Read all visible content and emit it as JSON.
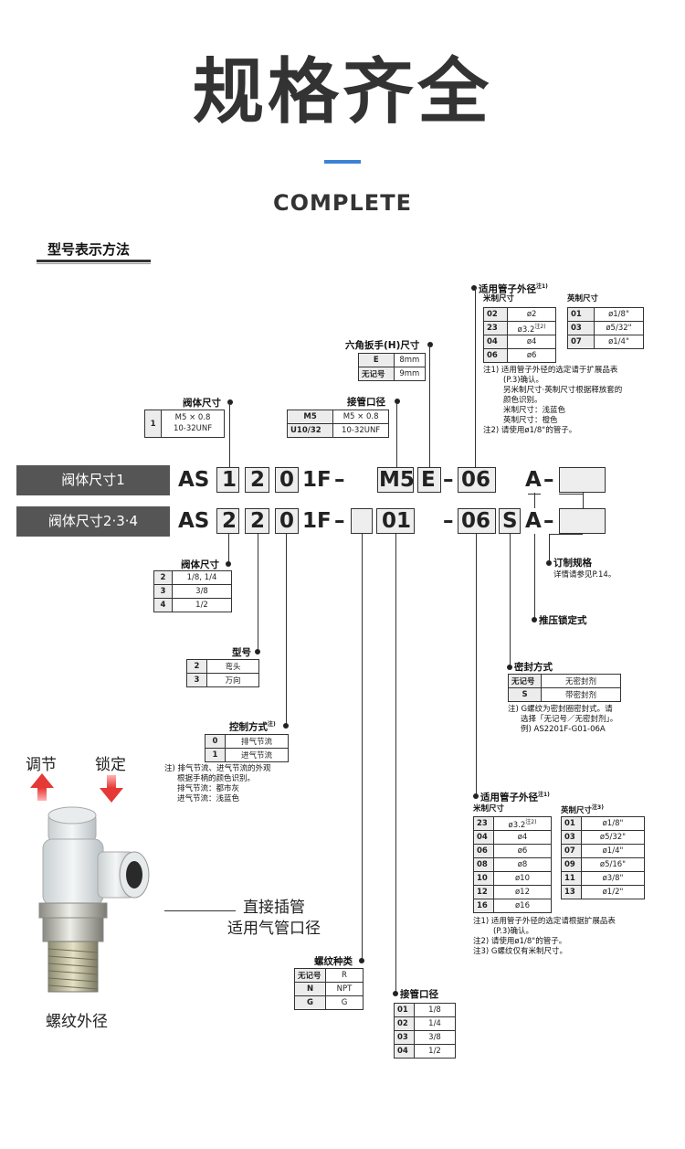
{
  "header": {
    "title": "规格齐全",
    "subtitle": "COMPLETE"
  },
  "section": {
    "label": "型号表示方法"
  },
  "bands": {
    "row1": "阀体尺寸1",
    "row2": "阀体尺寸2·3·4"
  },
  "code_row1": {
    "as": "AS",
    "d1": "1",
    "d2": "2",
    "d3": "0",
    "f": "1F",
    "dash1": "–",
    "m5": "M5",
    "e": "E",
    "dash2": "–",
    "tube": "06",
    "a": "A",
    "dash3": "–"
  },
  "code_row2": {
    "as": "AS",
    "d1": "2",
    "d2": "2",
    "d3": "0",
    "f": "1F",
    "dash1": "–",
    "port": "01",
    "dash2": "–",
    "tube": "06",
    "s": "S",
    "a": "A",
    "dash3": "–"
  },
  "body_size1": {
    "label": "阀体尺寸",
    "key": "1",
    "values": [
      "M5 × 0.8",
      "10-32UNF"
    ]
  },
  "port_size1": {
    "label": "接管口径",
    "rows": [
      {
        "k": "M5",
        "v": "M5 × 0.8"
      },
      {
        "k": "U10/32",
        "v": "10-32UNF"
      }
    ]
  },
  "hex": {
    "label": "六角扳手(H)尺寸",
    "rows": [
      {
        "k": "E",
        "v": "8mm"
      },
      {
        "k": "无记号",
        "v": "9mm"
      }
    ]
  },
  "tube_top": {
    "label": "适用管子外径",
    "note_mark": "注1)",
    "metric_label": "米制尺寸",
    "imperial_label": "英制尺寸",
    "metric": [
      {
        "k": "02",
        "v": "ø2"
      },
      {
        "k": "23",
        "v": "ø3.2",
        "sup": "注2)"
      },
      {
        "k": "04",
        "v": "ø4"
      },
      {
        "k": "06",
        "v": "ø6"
      }
    ],
    "imperial": [
      {
        "k": "01",
        "v": "ø1/8\""
      },
      {
        "k": "03",
        "v": "ø5/32\""
      },
      {
        "k": "07",
        "v": "ø1/4\""
      }
    ],
    "notes": [
      "注1) 适用管子外径的选定请于扩展品表",
      "(P.3)确认。",
      "另米制尺寸·英制尺寸根据释放套的",
      "颜色识别。",
      "米制尺寸：浅蓝色",
      "英制尺寸：橙色",
      "注2) 请使用ø1/8\"的管子。"
    ]
  },
  "body_size2": {
    "label": "阀体尺寸",
    "rows": [
      {
        "k": "2",
        "v": "1/8, 1/4"
      },
      {
        "k": "3",
        "v": "3/8"
      },
      {
        "k": "4",
        "v": "1/2"
      }
    ]
  },
  "model": {
    "label": "型号",
    "rows": [
      {
        "k": "2",
        "v": "弯头"
      },
      {
        "k": "3",
        "v": "万向"
      }
    ]
  },
  "control": {
    "label": "控制方式",
    "note_mark": "注)",
    "rows": [
      {
        "k": "0",
        "v": "排气节流"
      },
      {
        "k": "1",
        "v": "进气节流"
      }
    ],
    "notes": [
      "注) 排气节流、进气节流的外观",
      "根据手柄的颜色识别。",
      "排气节流：都市灰",
      "进气节流：浅蓝色"
    ]
  },
  "custom": {
    "label": "订制规格",
    "note": "详情请参见P.14。"
  },
  "push_lock": {
    "label": "推压锁定式"
  },
  "seal": {
    "label": "密封方式",
    "rows": [
      {
        "k": "无记号",
        "v": "无密封剂"
      },
      {
        "k": "S",
        "v": "带密封剂"
      }
    ],
    "notes": [
      "注) G螺纹为密封圈密封式。请",
      "选择「无记号／无密封剂」。",
      "例) AS2201F-G01-06A"
    ]
  },
  "tube_bottom": {
    "label": "适用管子外径",
    "note_mark": "注1)",
    "metric_label": "米制尺寸",
    "imperial_label": "英制尺寸",
    "imperial_mark": "注3)",
    "metric": [
      {
        "k": "23",
        "v": "ø3.2",
        "sup": "注2)"
      },
      {
        "k": "04",
        "v": "ø4"
      },
      {
        "k": "06",
        "v": "ø6"
      },
      {
        "k": "08",
        "v": "ø8"
      },
      {
        "k": "10",
        "v": "ø10"
      },
      {
        "k": "12",
        "v": "ø12"
      },
      {
        "k": "16",
        "v": "ø16"
      }
    ],
    "imperial": [
      {
        "k": "01",
        "v": "ø1/8\""
      },
      {
        "k": "03",
        "v": "ø5/32\""
      },
      {
        "k": "07",
        "v": "ø1/4\""
      },
      {
        "k": "09",
        "v": "ø5/16\""
      },
      {
        "k": "11",
        "v": "ø3/8\""
      },
      {
        "k": "13",
        "v": "ø1/2\""
      }
    ],
    "notes": [
      "注1) 适用管子外径的选定请根据扩展品表",
      "(P.3)确认。",
      "注2) 请使用ø1/8\"的管子。",
      "注3) G螺纹仅有米制尺寸。"
    ]
  },
  "thread_type": {
    "label": "螺纹种类",
    "rows": [
      {
        "k": "无记号",
        "v": "R"
      },
      {
        "k": "N",
        "v": "NPT"
      },
      {
        "k": "G",
        "v": "G"
      }
    ]
  },
  "port_size2": {
    "label": "接管口径",
    "rows": [
      {
        "k": "01",
        "v": "1/8"
      },
      {
        "k": "02",
        "v": "1/4"
      },
      {
        "k": "03",
        "v": "3/8"
      },
      {
        "k": "04",
        "v": "1/2"
      }
    ]
  },
  "photo": {
    "adjust": "调节",
    "lock": "锁定",
    "push_in_1": "直接插管",
    "push_in_2": "适用气管口径",
    "thread_od": "螺纹外径"
  }
}
